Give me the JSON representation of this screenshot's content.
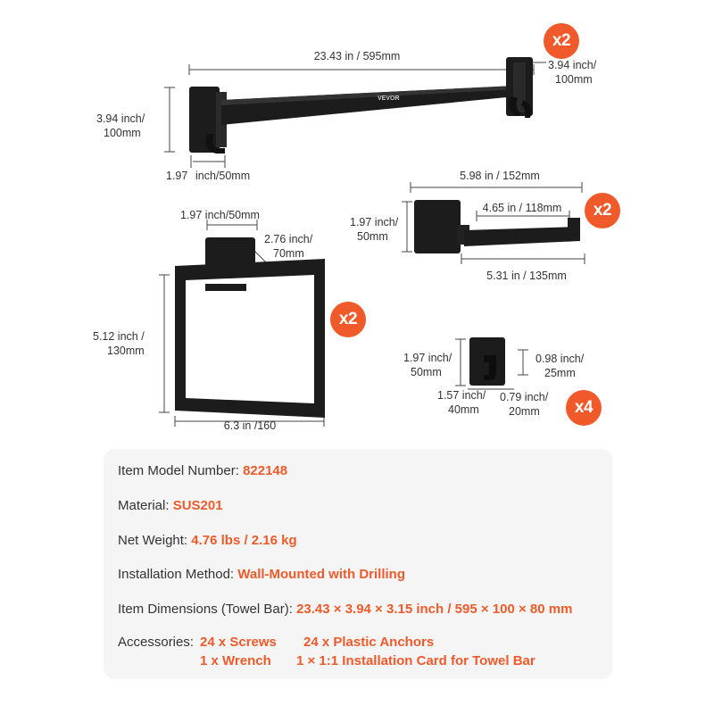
{
  "brand": "VEVOR",
  "colors": {
    "accent": "#f05a2a",
    "product": "#1c1c1c"
  },
  "towel_bar": {
    "length": "23.43 in / 595mm",
    "height_a": "3.94 inch/",
    "height_b": "100mm",
    "mount_a": "3.94 inch/",
    "mount_b": "100mm",
    "depth_a": "1.97",
    "depth_b": "inch/50mm",
    "quantity": "x2"
  },
  "paper_holder": {
    "width": "5.98 in / 152mm",
    "arm": "4.65 in / 118mm",
    "height_a": "1.97 inch/",
    "height_b": "50mm",
    "depth": "5.31 in / 135mm",
    "quantity": "x2"
  },
  "towel_ring": {
    "mount": "1.97 inch/50mm",
    "depth_a": "2.76 inch/",
    "depth_b": "70mm",
    "height_a": "5.12 inch /",
    "height_b": "130mm",
    "width": "6.3 in /160",
    "quantity": "x2"
  },
  "robe_hook": {
    "height_a": "1.97 inch/",
    "height_b": "50mm",
    "hook_a": "0.98 inch/",
    "hook_b": "25mm",
    "width_a": "1.57 inch/",
    "width_b": "40mm",
    "depth_a": "0.79 inch/",
    "depth_b": "20mm",
    "quantity": "x4"
  },
  "specs": {
    "model_label": "Item Model Number:",
    "model_value": "822148",
    "material_label": "Material:",
    "material_value": "SUS201",
    "weight_label": "Net Weight:",
    "weight_value": "4.76 lbs / 2.16 kg",
    "install_label": "Installation Method:",
    "install_value": "Wall-Mounted with Drilling",
    "dims_label": "Item Dimensions (Towel Bar):",
    "dims_value": "23.43 × 3.94 × 3.15 inch / 595 × 100 × 80 mm",
    "acc_label": "Accessories:",
    "acc_items": [
      "24 x Screws",
      "24 x Plastic Anchors",
      "1 x Wrench",
      "1 × 1:1 Installation Card for Towel Bar"
    ]
  }
}
